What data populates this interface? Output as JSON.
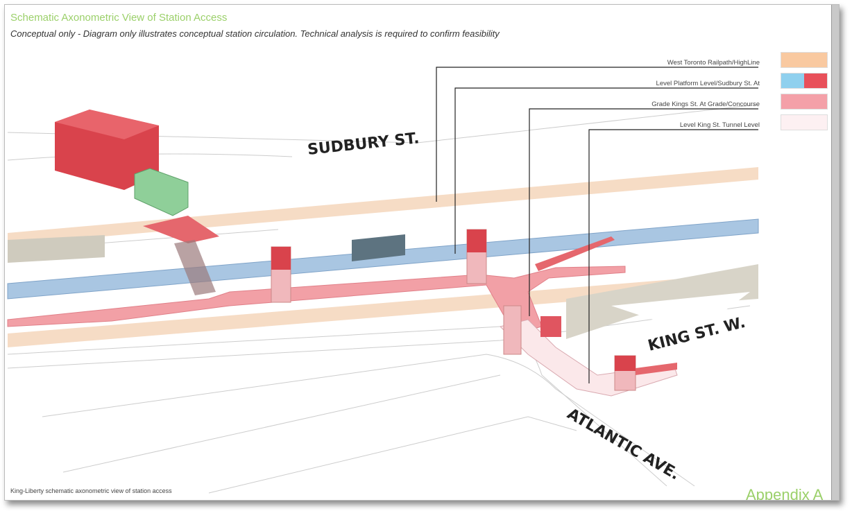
{
  "header": {
    "title": "Schematic Axonometric View of Station Access",
    "subtitle": "Conceptual only - Diagram only illustrates conceptual station circulation. Technical analysis is required to confirm feasibility"
  },
  "legend": [
    {
      "label": "West Toronto Railpath/HighLine",
      "colors": [
        "#f9c9a0"
      ]
    },
    {
      "label": "Level Platform Level/Sudbury St. At",
      "colors": [
        "#8fd0ee",
        "#e8505a"
      ]
    },
    {
      "label": "Grade Kings St. At Grade/Concourse",
      "colors": [
        "#f4a0a8"
      ]
    },
    {
      "label": "Level King St. Tunnel Level",
      "colors": [
        "#fdf0f2"
      ]
    }
  ],
  "streets": {
    "sudbury": "SUDBURY ST.",
    "king": "KING ST. W.",
    "atlantic": "ATLANTIC AVE."
  },
  "footer": {
    "caption": "King-Liberty schematic axonometric view of station access",
    "appendix": "Appendix A"
  }
}
